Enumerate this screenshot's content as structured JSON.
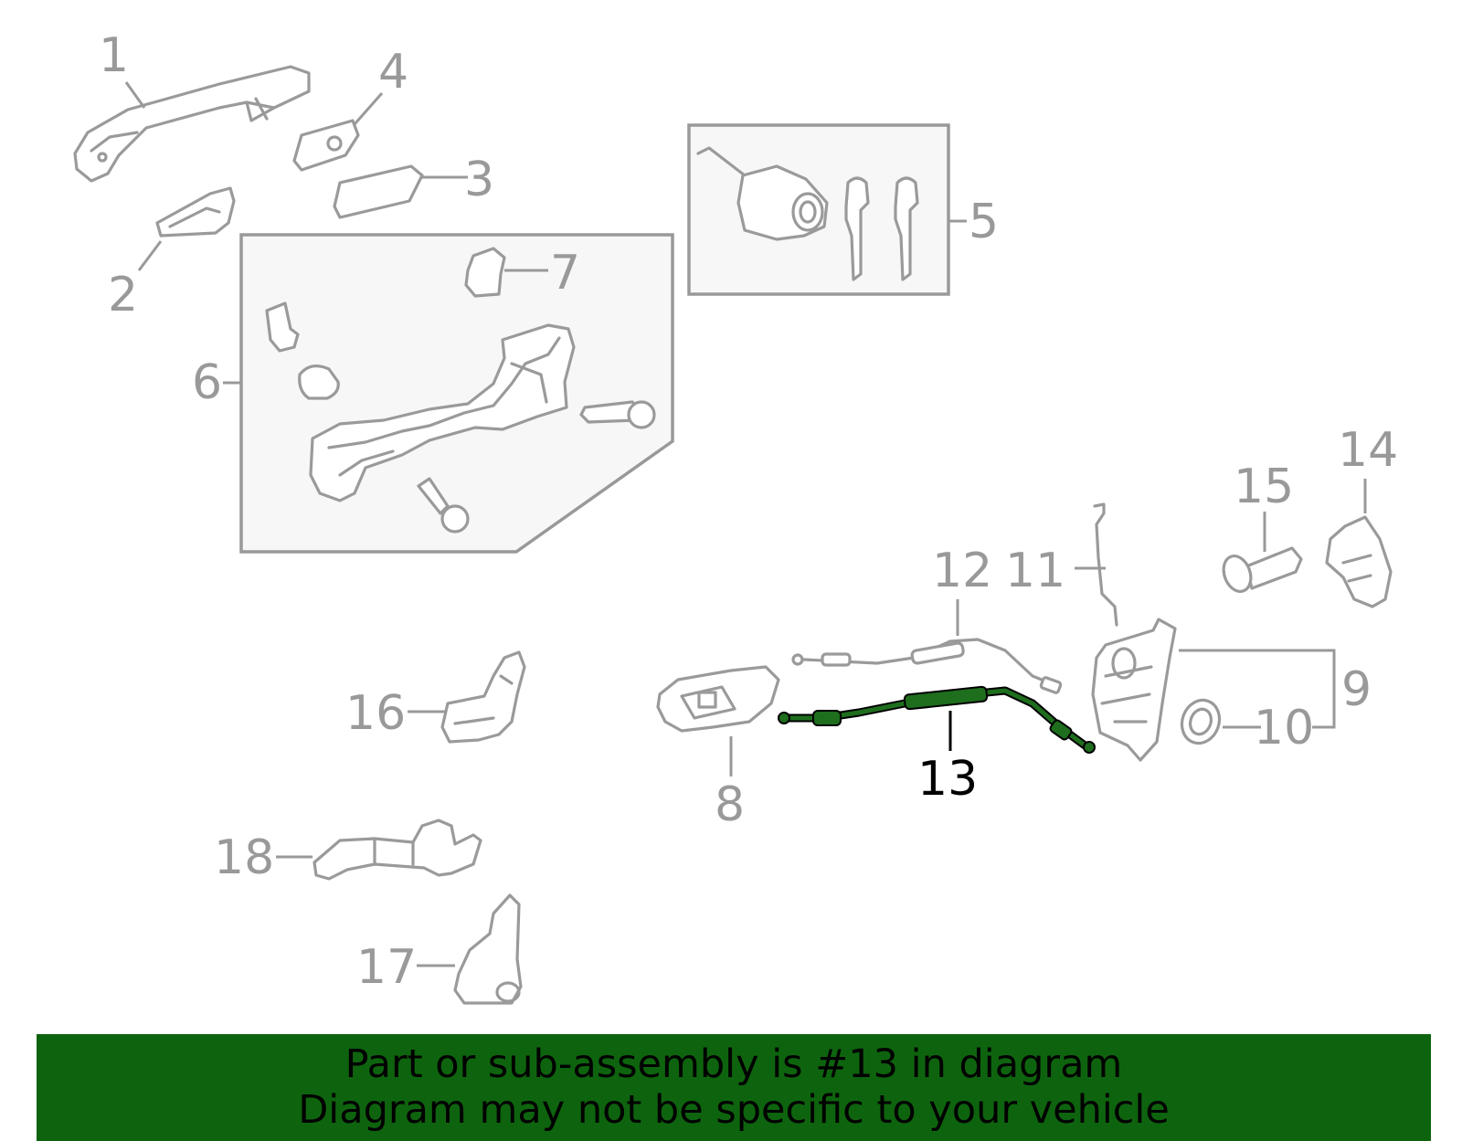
{
  "callouts": [
    {
      "id": "1",
      "label": "1"
    },
    {
      "id": "2",
      "label": "2"
    },
    {
      "id": "3",
      "label": "3"
    },
    {
      "id": "4",
      "label": "4"
    },
    {
      "id": "5",
      "label": "5"
    },
    {
      "id": "6",
      "label": "6"
    },
    {
      "id": "7",
      "label": "7"
    },
    {
      "id": "8",
      "label": "8"
    },
    {
      "id": "9",
      "label": "9"
    },
    {
      "id": "10",
      "label": "10"
    },
    {
      "id": "11",
      "label": "11"
    },
    {
      "id": "12",
      "label": "12"
    },
    {
      "id": "13",
      "label": "13"
    },
    {
      "id": "14",
      "label": "14"
    },
    {
      "id": "15",
      "label": "15"
    },
    {
      "id": "16",
      "label": "16"
    },
    {
      "id": "17",
      "label": "17"
    },
    {
      "id": "18",
      "label": "18"
    }
  ],
  "highlighted_part": "13",
  "colors": {
    "highlight_part": "#1e6e1e",
    "banner_background": "#0e640e",
    "line_art": "#9a9a9a",
    "callout_text": "#999999",
    "highlight_text": "#000000"
  },
  "banner": {
    "line1": "Part or sub-assembly is #13 in diagram",
    "line2": "Diagram may not be specific to your vehicle"
  }
}
